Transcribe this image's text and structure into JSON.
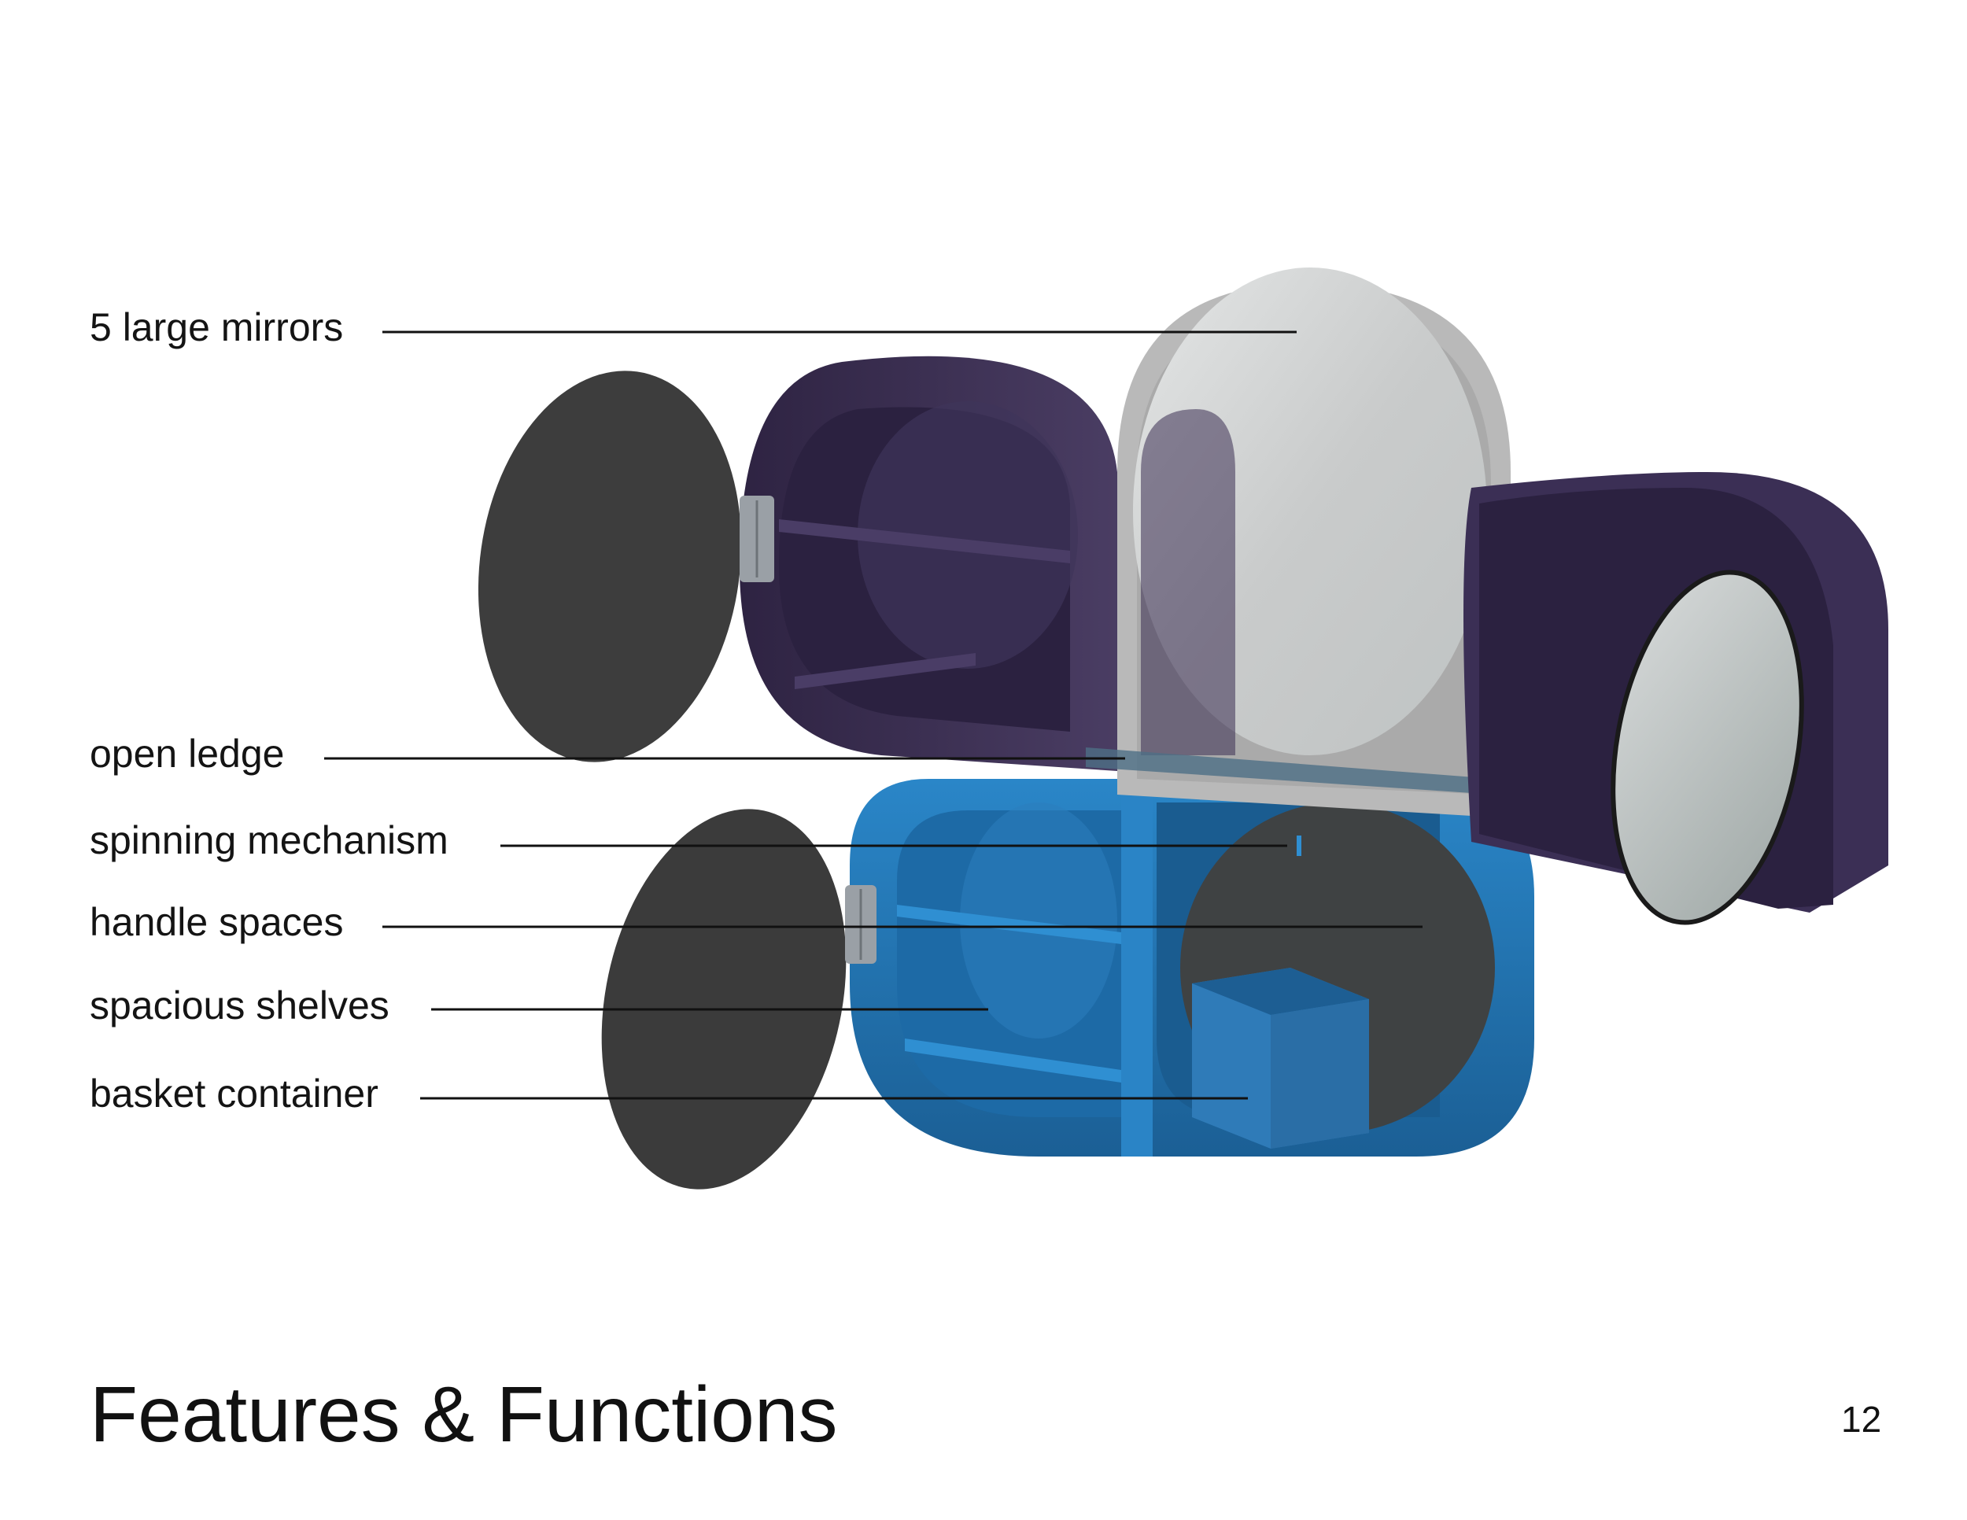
{
  "page": {
    "title": "Features & Functions",
    "page_number": "12"
  },
  "callouts": {
    "mirrors": "5 large mirrors",
    "ledge": "open ledge",
    "spinning": "spinning mechanism",
    "handles": "handle spaces",
    "shelves": "spacious shelves",
    "basket": "basket container"
  },
  "colors": {
    "upper_unit": "#3a2d52",
    "lower_unit": "#2275b5",
    "door": "#3d3d3d",
    "mirror_frame": "#b8b8b8",
    "mirror_glass": "#d9dcdc",
    "hinge": "#9aa0a6",
    "leader_line": "#111111"
  }
}
